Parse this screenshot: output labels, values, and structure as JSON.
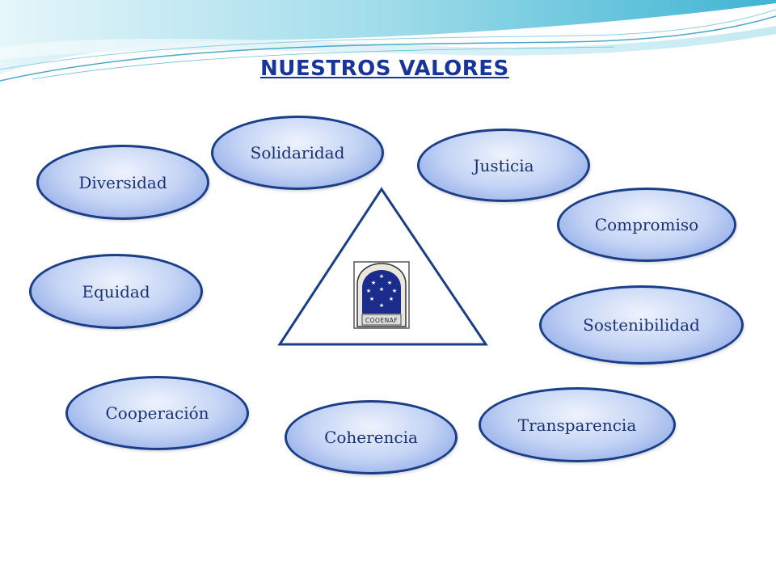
{
  "title": "NUESTROS VALORES",
  "values": [
    {
      "label": "Solidaridad"
    },
    {
      "label": "Justicia"
    },
    {
      "label": "Diversidad"
    },
    {
      "label": "Compromiso"
    },
    {
      "label": "Equidad"
    },
    {
      "label": "Sostenibilidad"
    },
    {
      "label": "Cooperación"
    },
    {
      "label": "Transparencia"
    },
    {
      "label": "Coherencia"
    }
  ],
  "logo": {
    "text": "COOENAF"
  },
  "colors": {
    "title": "#17359a",
    "oval_border": "#1b3e88",
    "oval_fill": "#a9c1f0",
    "triangle_stroke": "#1b3e88",
    "header_wave": "#5cc3dc"
  }
}
